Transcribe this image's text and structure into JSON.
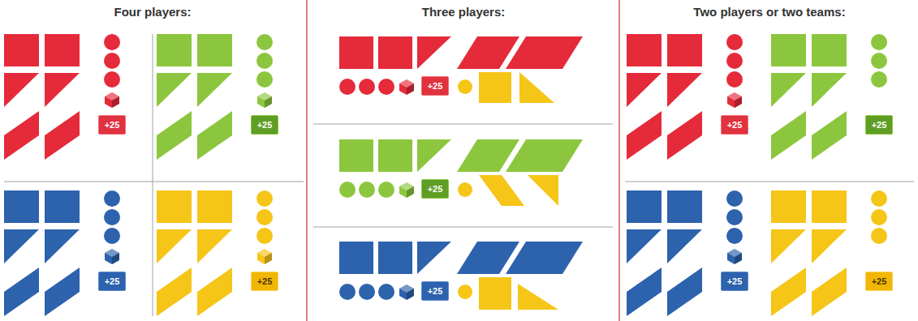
{
  "diagram": {
    "nodes": [
      {
        "text": [
          "+25"
        ]
      },
      {
        "text": [
          "+25"
        ]
      },
      {
        "text": [
          "+25"
        ]
      },
      {
        "text": [
          "+25"
        ]
      },
      {
        "text": [
          "+25"
        ]
      },
      {
        "text": [
          "+25"
        ]
      },
      {
        "text": [
          "+25"
        ]
      },
      {
        "text": [
          "+25"
        ]
      },
      {
        "text": [
          "+25"
        ]
      },
      {
        "text": [
          "+25"
        ]
      },
      {
        "text": [
          "+25"
        ]
      }
    ],
    "labels": [
      "Four players:",
      "Three players:",
      "Two players or two teams:"
    ]
  }
}
